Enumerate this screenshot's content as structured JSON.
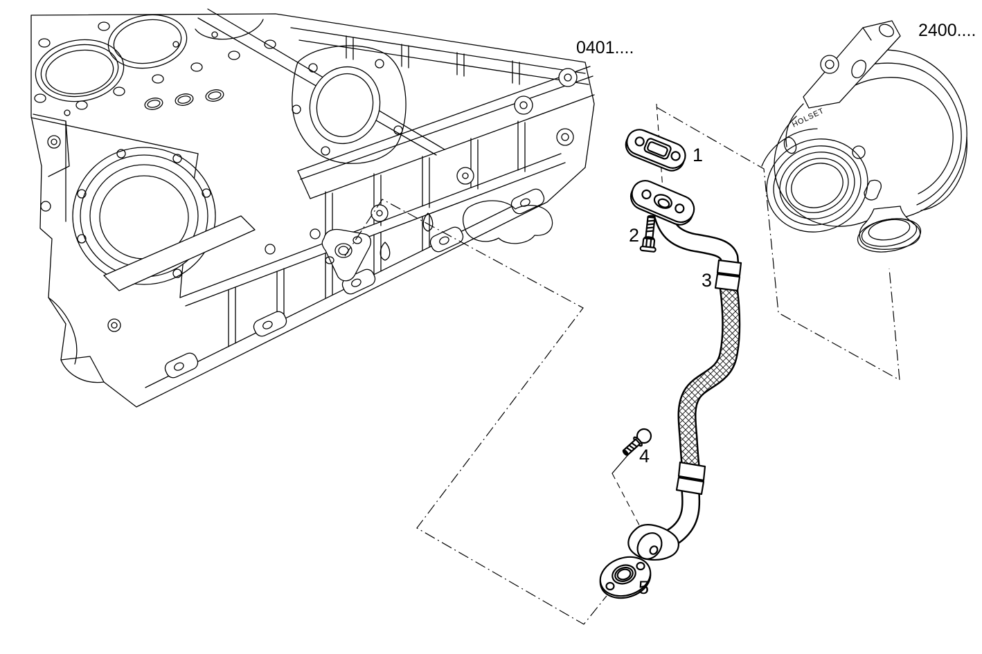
{
  "page": {
    "background": "#ffffff",
    "ink": "#000000"
  },
  "references": {
    "engine_block": {
      "code": "0401...."
    },
    "turbocharger": {
      "code": "2400...."
    }
  },
  "turbo": {
    "cast_brand": "HOLSET"
  },
  "callouts": {
    "c1": "1",
    "c2": "2",
    "c3": "3",
    "c4": "4",
    "c5": "5"
  }
}
